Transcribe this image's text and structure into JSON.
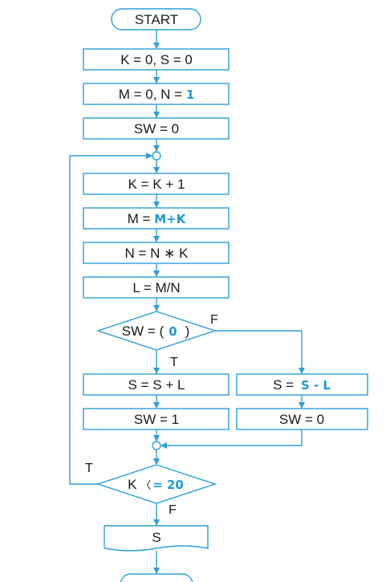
{
  "flowchart": {
    "start": "START",
    "step_init_ks": "K = 0, S = 0",
    "step_init_mn_prefix": "M = 0, N = ",
    "step_init_mn_answer": "1",
    "step_sw0": "SW = 0",
    "step_k_inc": "K = K + 1",
    "step_m_prefix": "M = ",
    "step_m_answer": "M+K",
    "step_n": "N = N ∗ K",
    "step_l": "L = M/N",
    "decision_sw_prefix": "SW = (",
    "decision_sw_answer": "0",
    "decision_sw_suffix": ")",
    "decision_sw_true": "T",
    "decision_sw_false": "F",
    "step_s_add": "S = S + L",
    "step_sw1": "SW = 1",
    "step_s_sub_prefix": "S = ",
    "step_s_sub_answer": "S - L",
    "step_sw0_again": "SW = 0",
    "decision_k_prefix": "K ",
    "decision_k_op": "〈",
    "decision_k_answer": "= 20",
    "decision_k_true": "T",
    "decision_k_false": "F",
    "output": "S"
  },
  "colors": {
    "line": "#2b9fd8",
    "answer": "#1e9ad6",
    "text": "#1a1a1a"
  }
}
